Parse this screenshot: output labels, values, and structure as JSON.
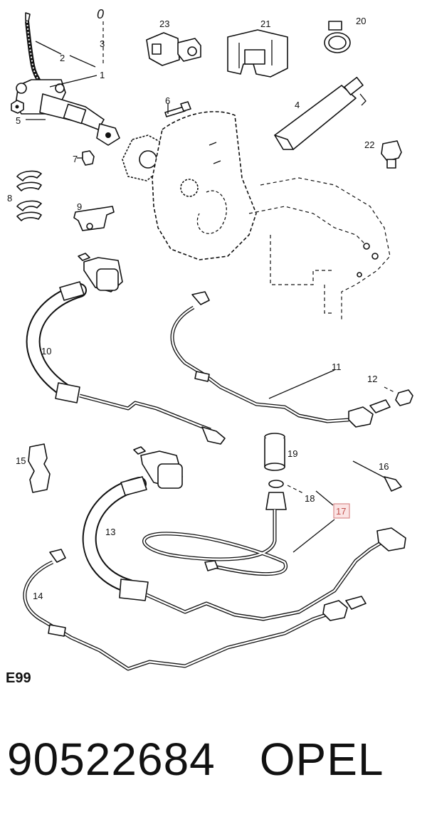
{
  "diagram": {
    "section_code": "E99",
    "callouts": {
      "c0": "0",
      "c1": "1",
      "c2": "2",
      "c3": "3",
      "c4": "4",
      "c5": "5",
      "c6": "6",
      "c7": "7",
      "c8": "8",
      "c9": "9",
      "c10": "10",
      "c11": "11",
      "c12": "12",
      "c13": "13",
      "c14": "14",
      "c15": "15",
      "c16": "16",
      "c17": "17",
      "c18": "18",
      "c19": "19",
      "c20": "20",
      "c21": "21",
      "c22": "22",
      "c23": "23"
    },
    "highlighted_callout": "17",
    "highlight_color": "#d98a8a"
  },
  "footer": {
    "part_number": "90522684",
    "brand": "OPEL"
  }
}
